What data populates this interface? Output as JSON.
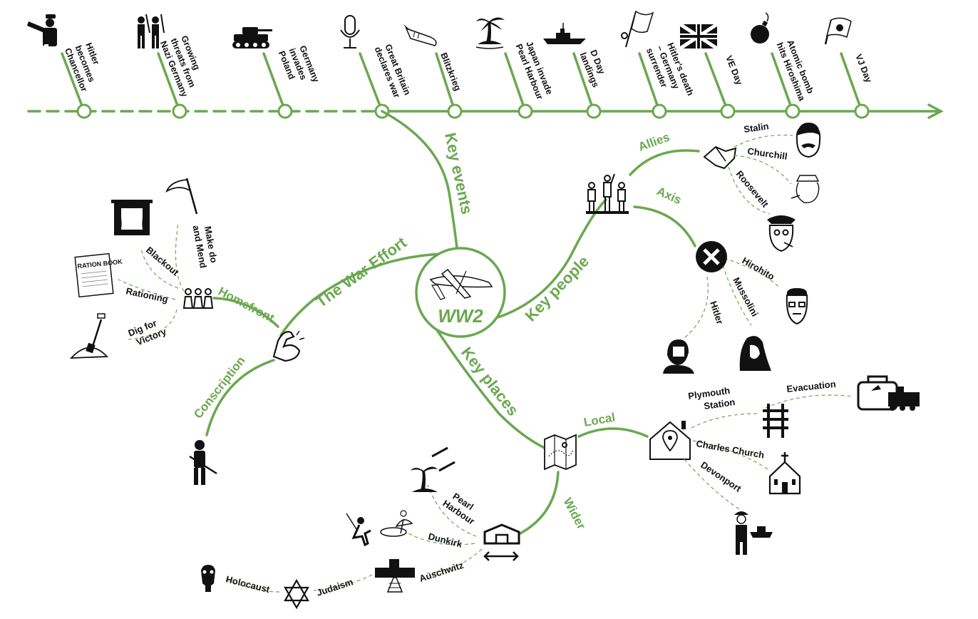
{
  "colors": {
    "accent": "#6aa84f",
    "ink": "#111111"
  },
  "center": {
    "label": "WW2",
    "icon": "airplane-icon"
  },
  "timeline": [
    {
      "label": "Hitler becomes Chancellor",
      "icon": "soldier-salute-icon"
    },
    {
      "label": "Growing threats from Nazi Germany",
      "icon": "marching-soldiers-icon"
    },
    {
      "label": "Germany invades Poland",
      "icon": "tank-icon"
    },
    {
      "label": "Great Britain declares war",
      "icon": "microphone-icon"
    },
    {
      "label": "Blitzkrieg",
      "icon": "bomb-icon"
    },
    {
      "label": "Japan invade Pearl Harbour",
      "icon": "palm-island-icon"
    },
    {
      "label": "D Day landings",
      "icon": "warship-icon"
    },
    {
      "label": "Hitler's death – Germany surrender",
      "icon": "white-flag-icon"
    },
    {
      "label": "VE Day",
      "icon": "union-flag-icon"
    },
    {
      "label": "Atomic bomb hits Hiroshima",
      "icon": "round-bomb-icon"
    },
    {
      "label": "VJ Day",
      "icon": "japan-flag-icon"
    }
  ],
  "branches": {
    "key_events": "Key events",
    "war_effort": "The War Effort",
    "key_people": "Key people",
    "key_places": "Key places"
  },
  "war_effort": {
    "homefront": "Homefront",
    "conscription": "Conscription",
    "make_do": "Make do and Mend",
    "blackout": "Blackout",
    "rationing": "Rationing",
    "dig": "Dig for Victory",
    "ration_book_title": "RATION BOOK"
  },
  "people": {
    "allies": "Allies",
    "axis": "Axis",
    "stalin": "Stalin",
    "churchill": "Churchill",
    "roosevelt": "Roosevelt",
    "hirohito": "Hirohito",
    "mussolini": "Mussolini",
    "hitler": "Hitler"
  },
  "places": {
    "local": "Local",
    "wider": "Wider",
    "plymouth": "Plymouth Station",
    "evacuation": "Evacuation",
    "charles": "Charles Church",
    "devonport": "Devonport",
    "pearl": "Pearl Harbour",
    "dunkirk": "Dunkirk",
    "auschwitz": "Auschwitz",
    "judaism": "Judaism",
    "holocaust": "Holocaust"
  }
}
